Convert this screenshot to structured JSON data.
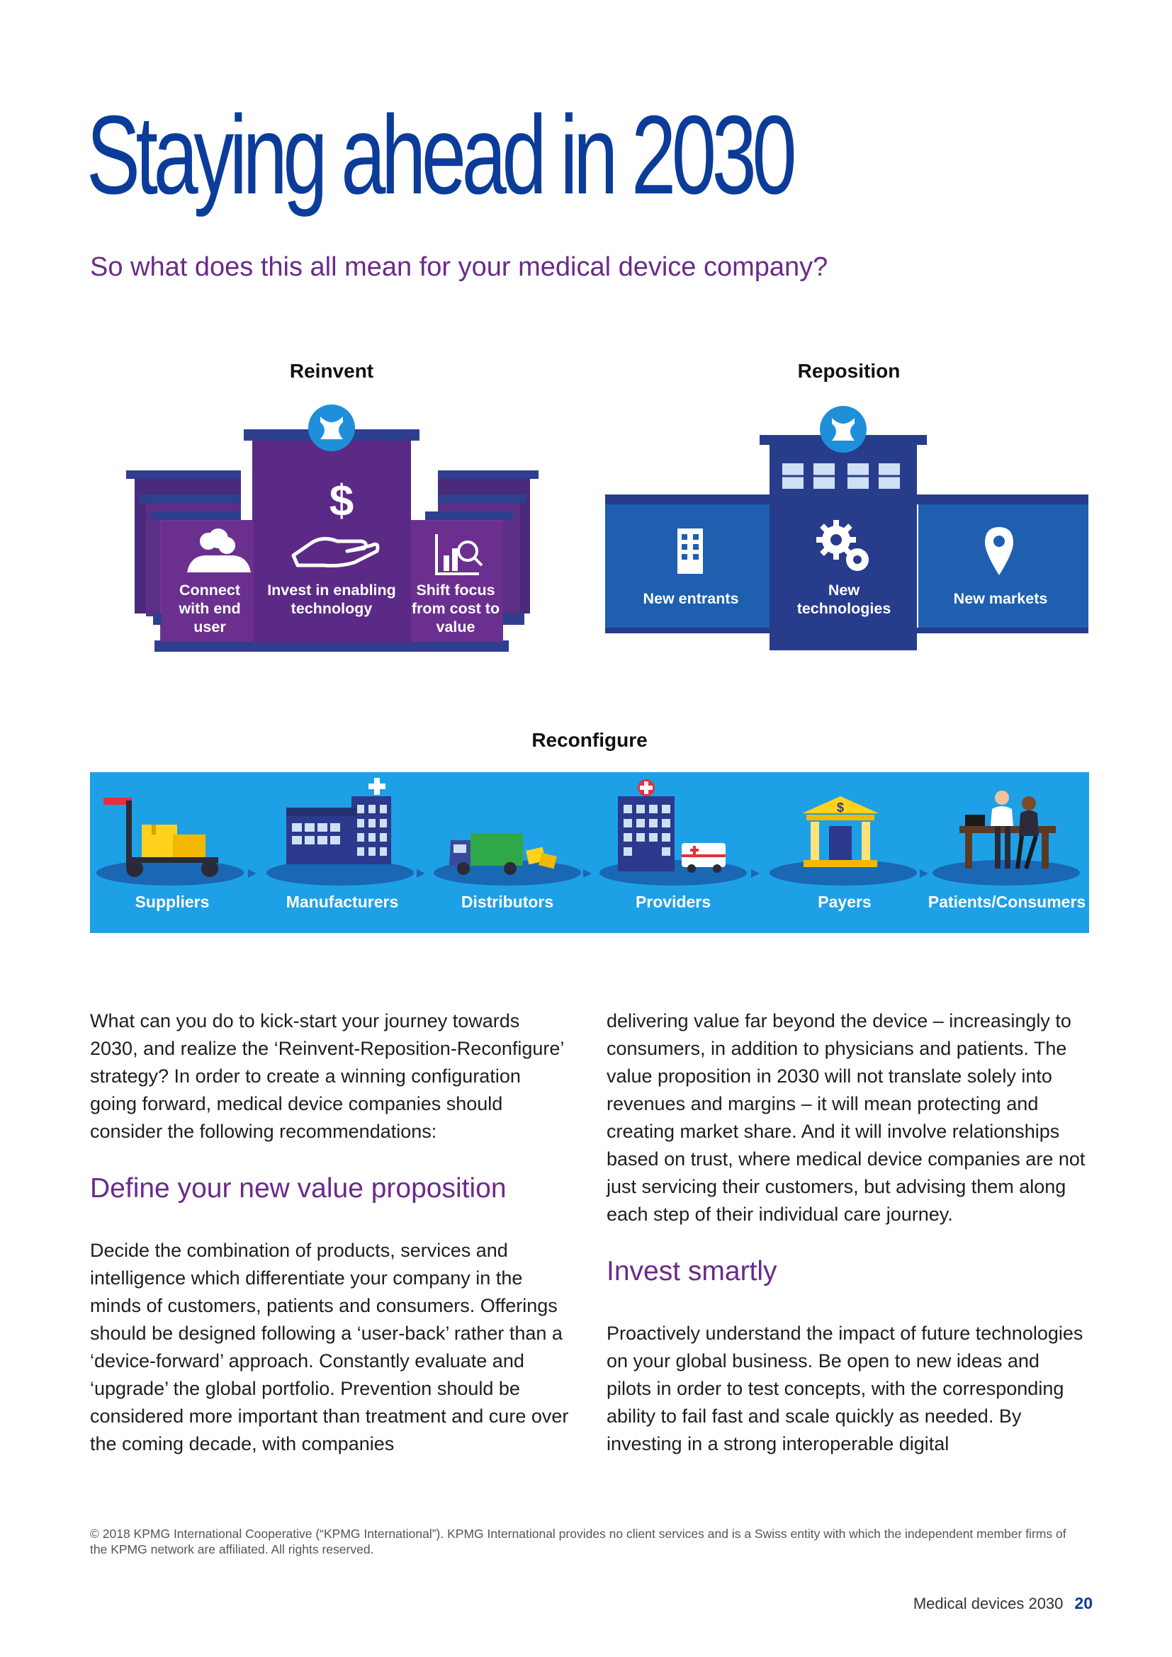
{
  "title": "Staying ahead in 2030",
  "subtitle": "So what does this all mean for your medical device company?",
  "reinvent": {
    "heading": "Reinvent",
    "items": [
      {
        "label": "Connect with end user",
        "icon": "users-icon"
      },
      {
        "label": "Invest in enabling technology",
        "icon": "dollar-hand-icon"
      },
      {
        "label": "Shift focus from cost to value",
        "icon": "chart-magnifier-icon"
      }
    ]
  },
  "reposition": {
    "heading": "Reposition",
    "items": [
      {
        "label": "New entrants",
        "icon": "building-icon"
      },
      {
        "label": "New technologies",
        "icon": "gears-icon"
      },
      {
        "label": "New markets",
        "icon": "location-pin-icon"
      }
    ]
  },
  "reconfigure": {
    "heading": "Reconfigure",
    "stages": [
      {
        "label": "Suppliers",
        "icon": "hand-truck-icon"
      },
      {
        "label": "Manufacturers",
        "icon": "factory-icon"
      },
      {
        "label": "Distributors",
        "icon": "truck-icon"
      },
      {
        "label": "Providers",
        "icon": "hospital-icon"
      },
      {
        "label": "Payers",
        "icon": "bank-icon"
      },
      {
        "label": "Patients/Consumers",
        "icon": "doctor-patient-icon"
      }
    ]
  },
  "body": {
    "intro": "What can you do to kick-start your journey towards 2030, and realize the ‘Reinvent-Reposition-Reconfigure’ strategy? In order to create a winning configuration going forward, medical device companies should consider the following recommendations:",
    "section1_heading": "Define your new value proposition",
    "section1_text": "Decide the combination of products, services and intelligence which differentiate your company in the minds of customers, patients and consumers. Offerings should be designed following a ‘user-back’ rather than a ‘device-forward’ approach. Constantly evaluate and ‘upgrade’ the global portfolio. Prevention should be considered more important than treatment and cure over the coming decade, with companies",
    "section1_continued": "delivering value far beyond the device – increasingly to consumers, in addition to physicians and patients. The value proposition in 2030 will not translate solely into revenues and margins – it will mean protecting and creating market share. And it will involve relationships based on trust, where medical device companies are not just servicing their customers, but advising them along each step of their individual care journey.",
    "section2_heading": "Invest smartly",
    "section2_text": "Proactively understand the impact of future technologies on your global business. Be open to new ideas and pilots in order to test concepts, with the corresponding ability to fail fast and scale quickly as needed. By investing in a strong interoperable digital"
  },
  "footer": {
    "copyright": "© 2018 KPMG International Cooperative (“KPMG International”). KPMG International provides no client services and is a Swiss entity with which the independent member firms of the KPMG network are affiliated. All rights reserved.",
    "publication": "Medical devices 2030",
    "page_number": "20"
  },
  "colors": {
    "title_blue": "#0b3c9a",
    "purple": "#6b2a8a",
    "reinvent_purple": "#5b2a86",
    "reposition_blue": "#1e5fb0",
    "reposition_navy": "#283c8c",
    "reconfigure_cyan": "#1ea0e6",
    "badge_blue": "#1e8fd8"
  }
}
